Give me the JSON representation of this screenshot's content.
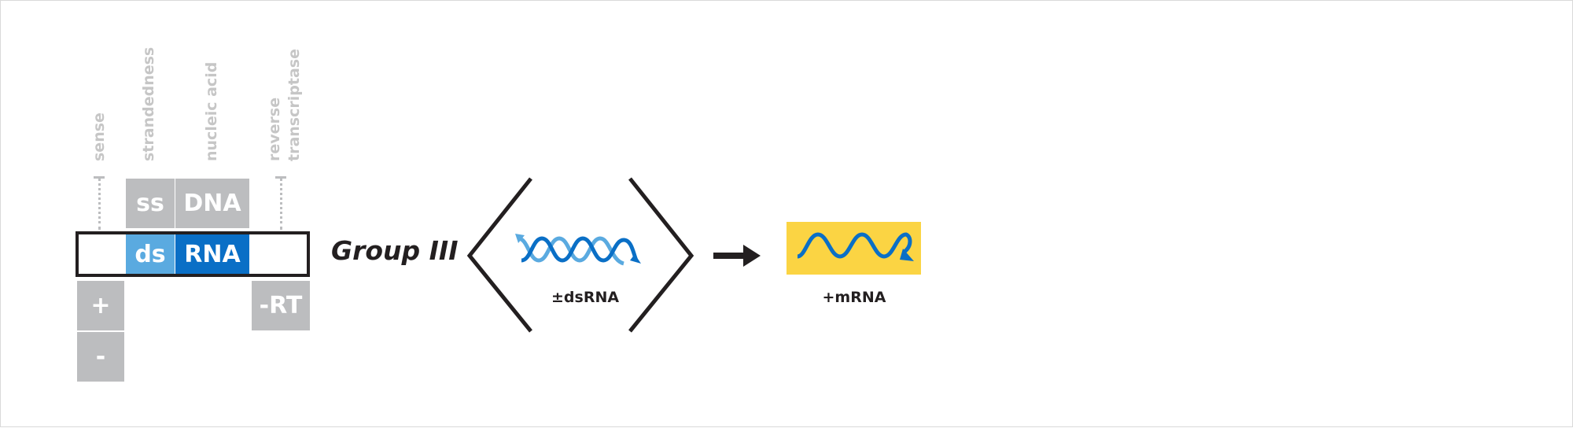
{
  "axis_labels": {
    "sense": "sense",
    "strandedness": "strandedness",
    "nucleic_acid": "nucleic acid",
    "reverse_transcriptase_line1": "reverse",
    "reverse_transcriptase_line2": "transcriptase"
  },
  "grid": {
    "ss": "ss",
    "dna": "DNA",
    "ds": "ds",
    "rna": "RNA",
    "plus": "+",
    "minus": "-",
    "rt": "-RT"
  },
  "group": {
    "title": "Group III",
    "genome_caption": "±dsRNA",
    "product_caption": "+mRNA"
  },
  "colors": {
    "grey": "#bcbdbf",
    "light_blue": "#5aaae0",
    "dark_blue": "#0a6fc6",
    "yellow": "#fbd443",
    "ink": "#231f20"
  }
}
